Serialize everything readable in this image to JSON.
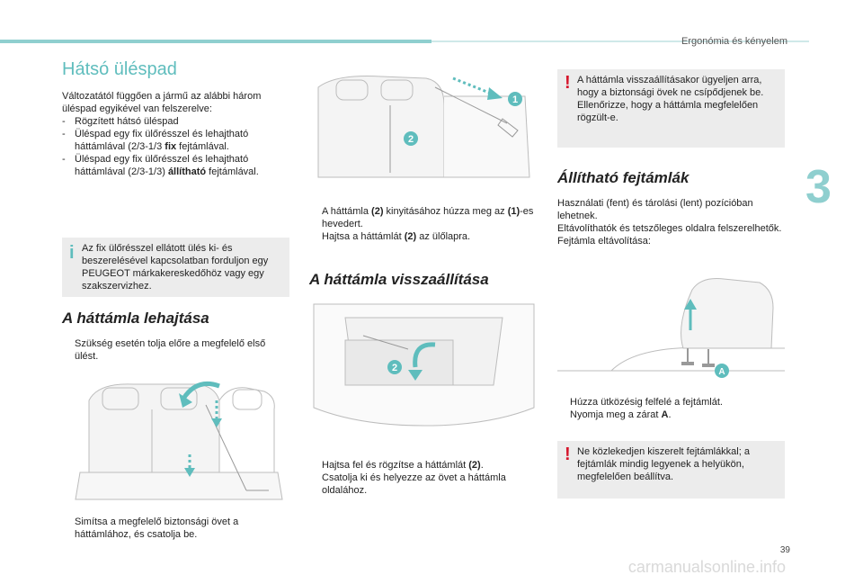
{
  "header": {
    "section": "Ergonómia és kényelem",
    "chapter_number": "3",
    "page_number": "39",
    "footer": "carmanualsonline.info"
  },
  "col1": {
    "title": "Hátsó üléspad",
    "intro": "Változatától függően a jármű az alábbi három üléspad egyikével van felszerelve:",
    "variants": [
      {
        "marker": "-",
        "text": "Rögzített hátsó üléspad"
      },
      {
        "marker": "-",
        "pre": "Üléspad egy fix ülőrésszel és lehajtható háttámlával (2/3-1/3 ",
        "bold": "fix",
        "post": " fejtámlával."
      },
      {
        "marker": "-",
        "pre": "Üléspad egy fix ülőrésszel és lehajtható háttámlával (2/3-1/3) ",
        "bold": "állítható",
        "post": " fejtámlával."
      }
    ],
    "info_box": "Az fix ülőrésszel ellátott ülés ki- és beszerelésével kapcsolatban forduljon egy PEUGEOT márkakereskedőhöz vagy egy szakszervizhez.",
    "fold_heading": "A háttámla lehajtása",
    "fold_steps": [
      {
        "marker": "",
        "text": "Szükség esetén tolja előre a megfelelő első ülést."
      },
      {
        "marker": "",
        "text": "Simítsa a megfelelő biztonsági övet a háttámlához, és csatolja be."
      }
    ]
  },
  "col2": {
    "release_steps": [
      {
        "marker": "",
        "pre": "A háttámla ",
        "bold1": "(2)",
        "mid": " kinyitásához húzza meg az ",
        "bold2": "(1)",
        "post": "-es hevedert."
      },
      {
        "marker": "",
        "pre": "Hajtsa a háttámlát ",
        "bold1": "(2)",
        "mid": " az ülőlapra.",
        "bold2": "",
        "post": ""
      }
    ],
    "restore_heading": "A háttámla visszaállítása",
    "restore_steps": [
      {
        "marker": "",
        "pre": "Hajtsa fel és rögzítse a háttámlát ",
        "bold1": "(2)",
        "mid": ".",
        "bold2": "",
        "post": ""
      },
      {
        "marker": "",
        "pre": "Csatolja ki és helyezze az övet a háttámla oldalához.",
        "bold1": "",
        "mid": "",
        "bold2": "",
        "post": ""
      }
    ],
    "callouts": {
      "one": "1",
      "two": "2",
      "two_b": "2"
    }
  },
  "col3": {
    "warning_top": "A háttámla visszaállításakor ügyeljen arra, hogy a biztonsági övek ne csípődjenek be. Ellenőrizze, hogy a háttámla megfelelően rögzült-e.",
    "heading": "Állítható fejtámlák",
    "intro": "Használati (fent) és tárolási (lent) pozícióban lehetnek.",
    "intro2": "Eltávolíthatók és tetszőleges oldalra felszerelhetők.",
    "intro3": "Fejtámla eltávolítása:",
    "steps": [
      {
        "marker": "",
        "pre": "Húzza ütközésig felfelé a fejtámlát.",
        "bold": ""
      },
      {
        "marker": "",
        "pre": "Nyomja meg a zárat ",
        "bold": "A",
        "post": "."
      }
    ],
    "warning_bottom": "Ne közlekedjen kiszerelt fejtámlákkal; a fejtámlák mindig legyenek a helyükön, megfelelően beállítva.",
    "callout_a": "A"
  },
  "colors": {
    "accent": "#5fbdbd",
    "warning": "#d6162c",
    "info_bg": "#ececec"
  },
  "icons": {
    "warning": "!",
    "info": "i"
  }
}
